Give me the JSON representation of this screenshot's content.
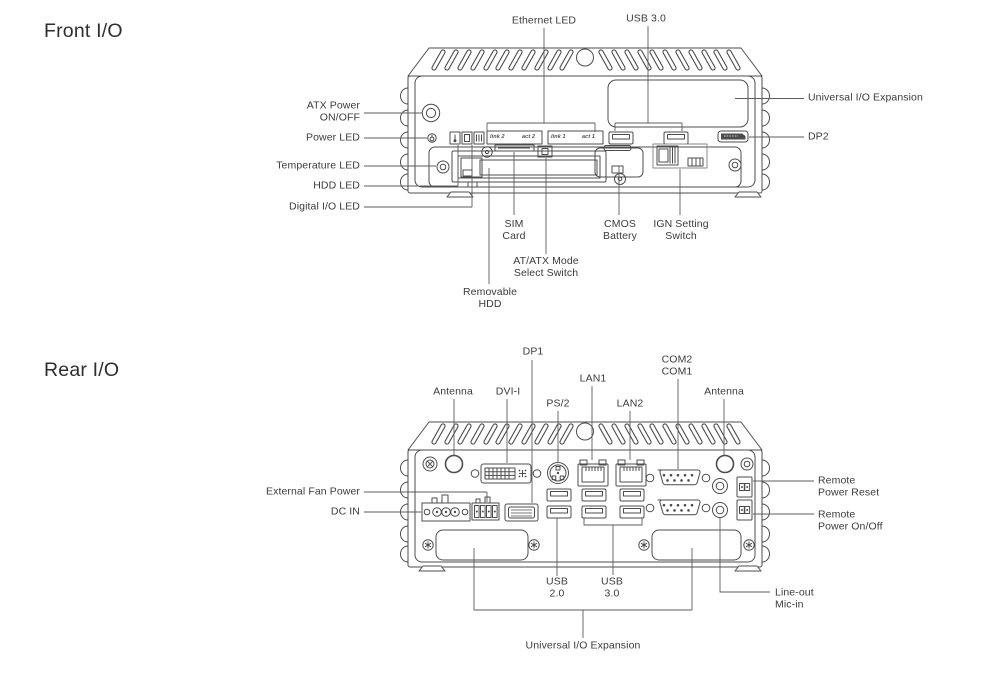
{
  "front": {
    "title": "Front I/O",
    "labels": {
      "ethernet_led": "Ethernet LED",
      "usb_3_0": "USB 3.0",
      "universal_io_expansion": "Universal I/O Expansion",
      "dp2": "DP2",
      "atx_power": "ATX Power\nON/OFF",
      "power_led": "Power LED",
      "temperature_led": "Temperature LED",
      "hdd_led": "HDD LED",
      "digital_io_led": "Digital I/O LED",
      "sim_card": "SIM\nCard",
      "cmos_battery": "CMOS\nBattery",
      "ign_setting_switch": "IGN Setting\nSwitch",
      "at_atx_mode_select_switch": "AT/ATX Mode\nSelect Switch",
      "removable_hdd": "Removable\nHDD"
    },
    "panel_text": {
      "link2": "link 2",
      "act2": "act 2",
      "link1": "link 1",
      "act1": "act 1"
    }
  },
  "rear": {
    "title": "Rear I/O",
    "labels": {
      "dp1": "DP1",
      "lan1": "LAN1",
      "com2_com1": "COM2\nCOM1",
      "antenna_left": "Antenna",
      "dvi_i": "DVI-I",
      "ps2": "PS/2",
      "lan2": "LAN2",
      "antenna_right": "Antenna",
      "external_fan_power": "External Fan Power",
      "dc_in": "DC IN",
      "remote_power_reset": "Remote\nPower Reset",
      "remote_power_on_off": "Remote\nPower On/Off",
      "line_out_mic_in": "Line-out\nMic-in",
      "usb_2_0": "USB\n2.0",
      "usb_3_0": "USB\n3.0",
      "universal_io_expansion": "Universal I/O Expansion"
    }
  },
  "colors": {
    "background": "#ffffff",
    "line": "#4c4c4c",
    "leader_line": "#5d5d5d",
    "text": "#3b3b3b"
  }
}
